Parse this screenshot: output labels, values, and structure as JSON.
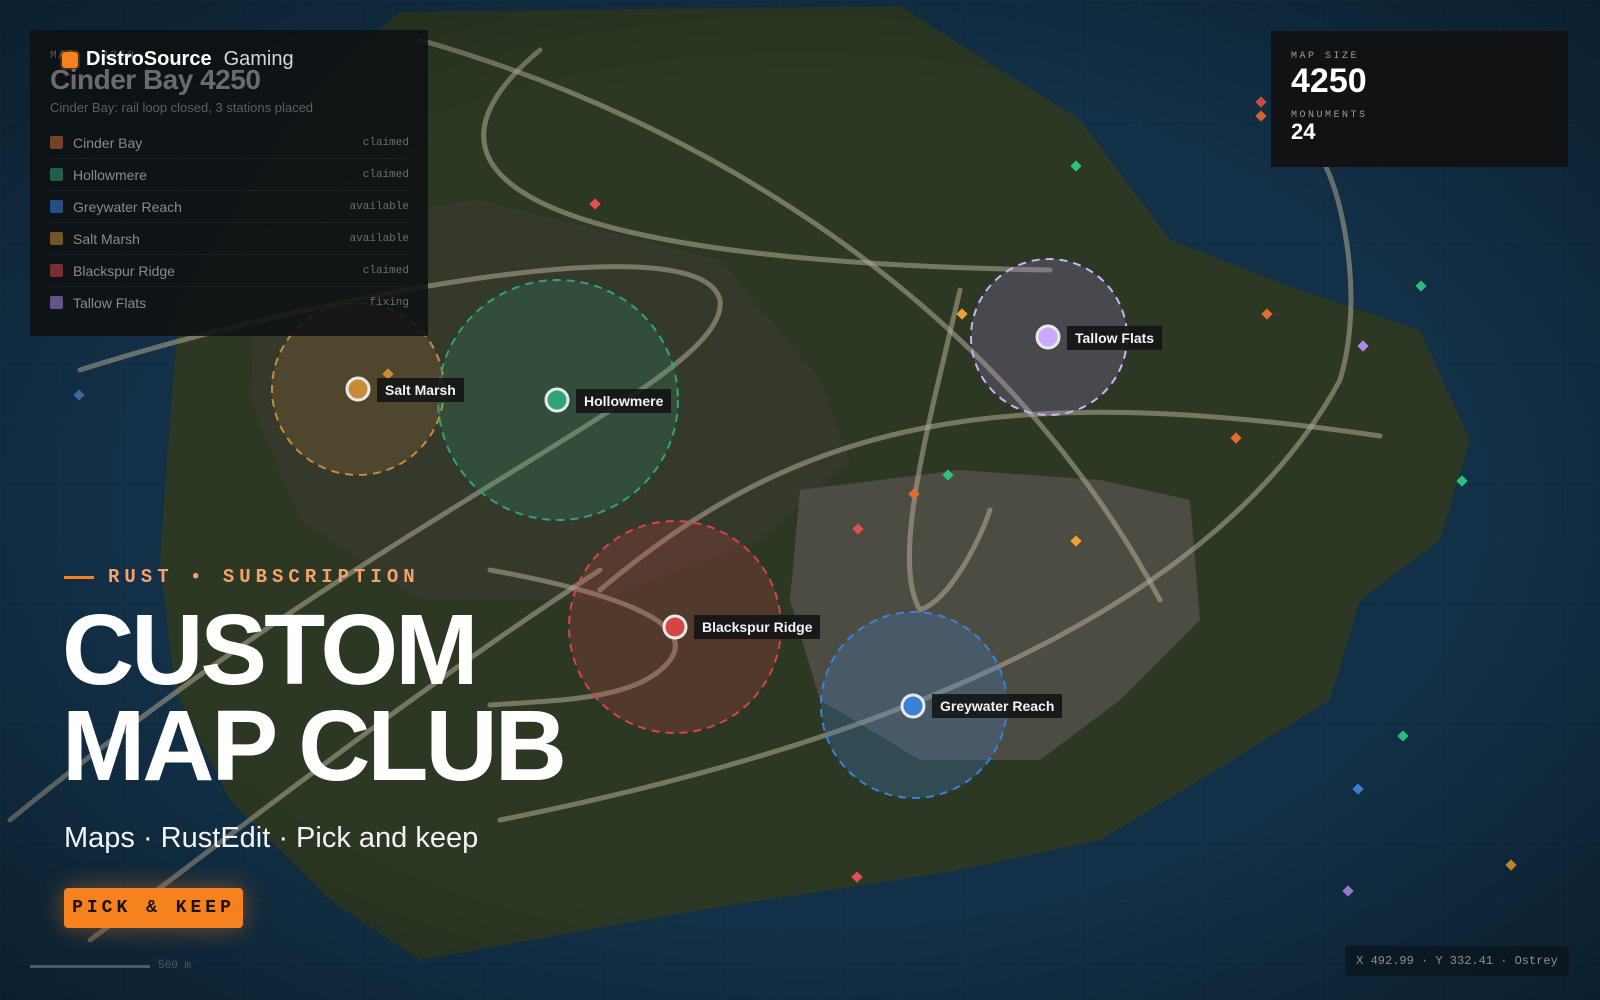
{
  "brand": {
    "name": "DistroSource",
    "suffix": "Gaming"
  },
  "panel": {
    "kicker": "MAP · 4250",
    "title": "Cinder Bay 4250",
    "subtitle": "Cinder Bay: rail loop closed, 3 stations placed",
    "zones": [
      {
        "name": "Cinder Bay",
        "status": "claimed",
        "color": "#c86a3c"
      },
      {
        "name": "Hollowmere",
        "status": "claimed",
        "color": "#2fa37a"
      },
      {
        "name": "Greywater Reach",
        "status": "available",
        "color": "#3b82d6"
      },
      {
        "name": "Salt Marsh",
        "status": "available",
        "color": "#c78c3a"
      },
      {
        "name": "Blackspur Ridge",
        "status": "claimed",
        "color": "#d64545"
      },
      {
        "name": "Tallow Flats",
        "status": "fixing",
        "color": "#a98ae6"
      }
    ]
  },
  "stats": {
    "size_label": "MAP SIZE",
    "size_value": "4250",
    "monuments_label": "MONUMENTS",
    "monuments_value": "24"
  },
  "locations": {
    "salt_marsh": "Salt Marsh",
    "hollowmere": "Hollowmere",
    "tallow_flats": "Tallow Flats",
    "blackspur_ridge": "Blackspur Ridge",
    "greywater_reach": "Greywater Reach"
  },
  "hero": {
    "kicker": "RUST • SUBSCRIPTION",
    "line1": "CUSTOM",
    "line2": "MAP CLUB",
    "tagline": "Maps · RustEdit · Pick and keep",
    "cta": "PICK & KEEP"
  },
  "footer": {
    "scale": "500 m",
    "coords": "X 492.99 · Y 332.41 · Ostrey"
  },
  "colors": {
    "accent": "#f5821f",
    "ocean": "#0f2233",
    "land": "#2f3a22"
  }
}
